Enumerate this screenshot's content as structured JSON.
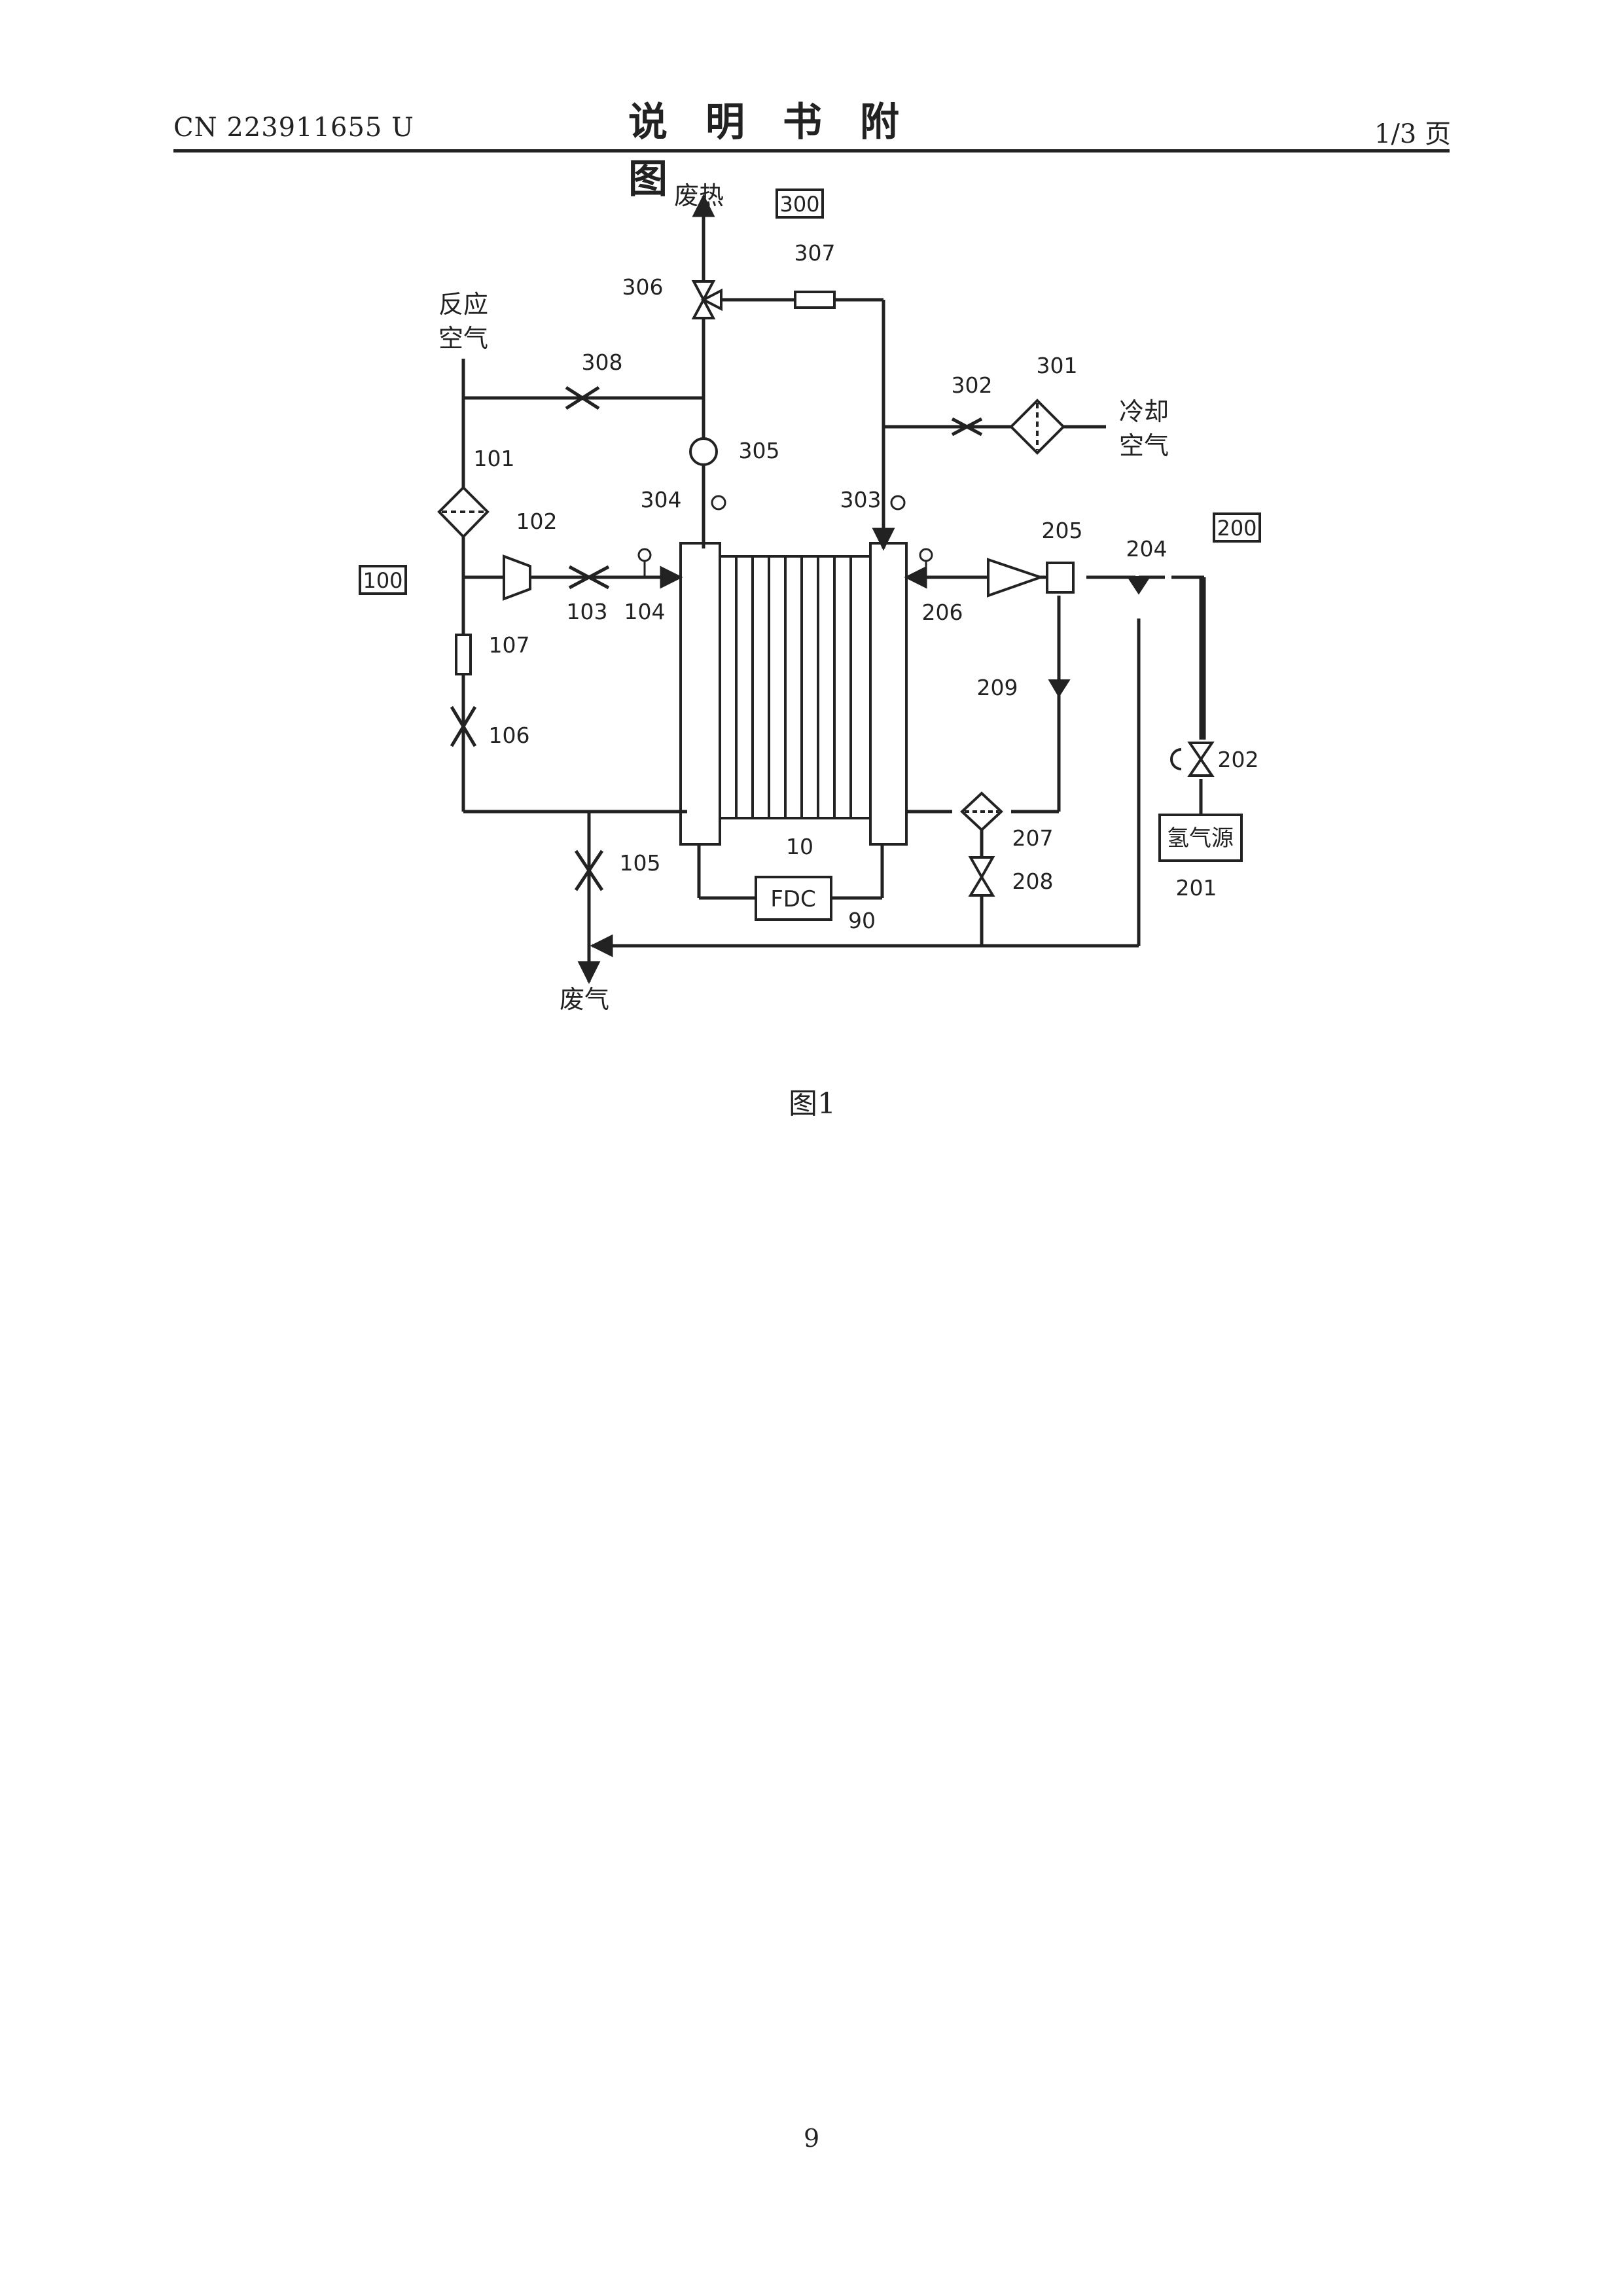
{
  "header": {
    "patent_number": "CN 223911655 U",
    "title": "说明书附图",
    "page_of": "1/3 页"
  },
  "figure": {
    "system_tags": [
      "100",
      "200",
      "300"
    ],
    "media_labels": {
      "waste_heat": "废热",
      "reaction_air_1": "反应",
      "reaction_air_2": "空气",
      "cooling_air_1": "冷却",
      "cooling_air_2": "空气",
      "exhaust": "废气",
      "hydrogen_source": "氢气源",
      "fdc": "FDC"
    },
    "components": [
      "10",
      "90",
      "101",
      "102",
      "103",
      "104",
      "105",
      "106",
      "107",
      "201",
      "202",
      "204",
      "205",
      "206",
      "207",
      "208",
      "209",
      "301",
      "302",
      "303",
      "304",
      "305",
      "306",
      "307",
      "308"
    ],
    "caption": "图1"
  },
  "footer": {
    "page_number": "9"
  }
}
